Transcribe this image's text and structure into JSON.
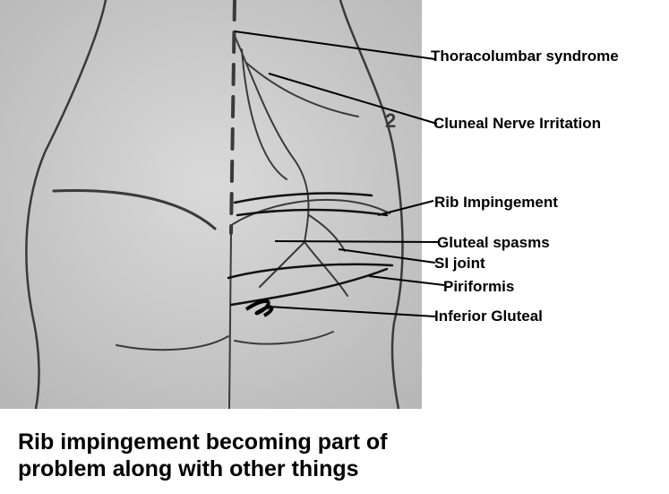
{
  "labels": [
    {
      "key": "thoracolumbar",
      "text": "Thoracolumbar syndrome"
    },
    {
      "key": "cluneal",
      "text": "Cluneal Nerve Irritation"
    },
    {
      "key": "rib",
      "text": "Rib Impingement"
    },
    {
      "key": "gluteal_spasms",
      "text": "Gluteal spasms"
    },
    {
      "key": "si_joint",
      "text": "SI joint"
    },
    {
      "key": "piriformis",
      "text": "Piriformis"
    },
    {
      "key": "inferior_gluteal",
      "text": "Inferior Gluteal"
    }
  ],
  "sketch_mark": "2",
  "caption": {
    "line1": "Rib impingement becoming part of",
    "line2": "problem along with other things"
  },
  "colors": {
    "photo_bg": "#cdcdcd",
    "sketch": "#3a3a3a",
    "ink": "#000000"
  }
}
